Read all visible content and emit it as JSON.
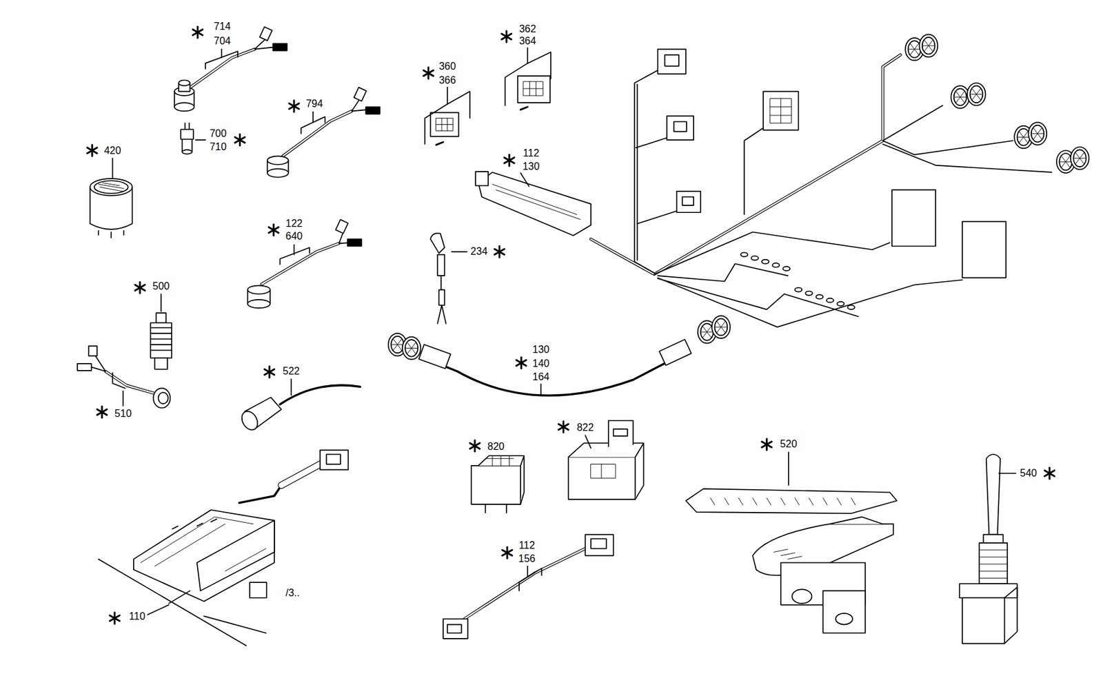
{
  "diagram": {
    "labels": [
      "714",
      "704",
      "700",
      "710",
      "794",
      "420",
      "122",
      "640",
      "500",
      "510",
      "522",
      "360",
      "366",
      "362",
      "364",
      "112",
      "130",
      "234",
      "130",
      "140",
      "164",
      "110",
      "/3..",
      "820",
      "822",
      "112",
      "156",
      "520",
      "540"
    ]
  }
}
